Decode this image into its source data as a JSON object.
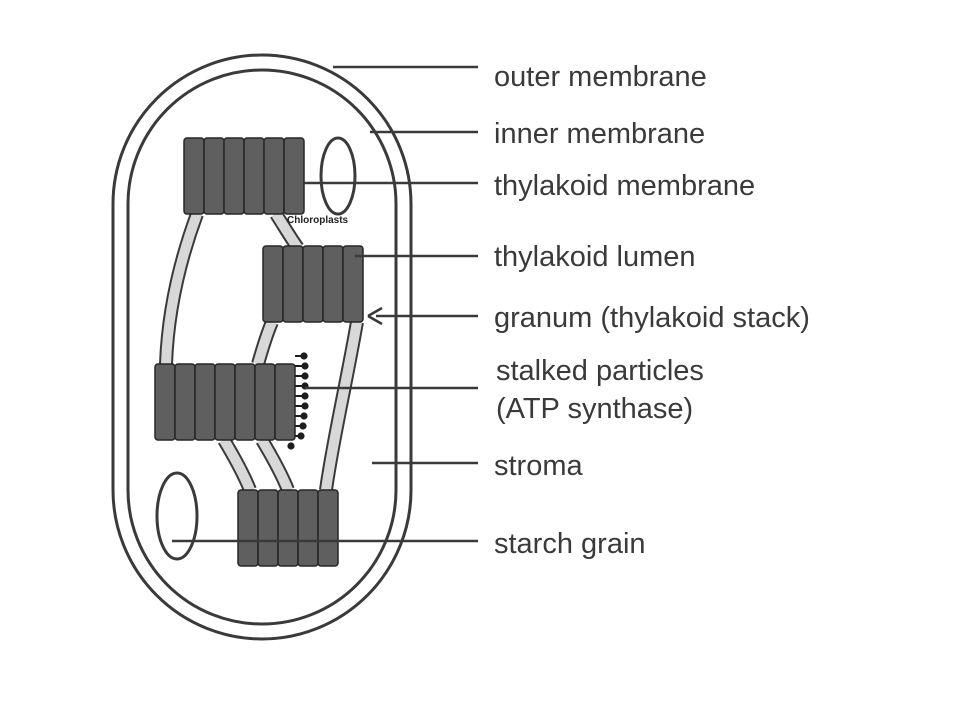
{
  "diagram": {
    "title": "Chloroplasts",
    "labels": {
      "outer_membrane": "outer membrane",
      "inner_membrane": "inner membrane",
      "thylakoid_membrane": "thylakoid membrane",
      "thylakoid_lumen": "thylakoid lumen",
      "granum": "granum (thylakoid stack)",
      "stalked_particles_line1": "stalked particles",
      "stalked_particles_line2": "(ATP synthase)",
      "stroma": "stroma",
      "starch_grain": "starch grain"
    }
  }
}
